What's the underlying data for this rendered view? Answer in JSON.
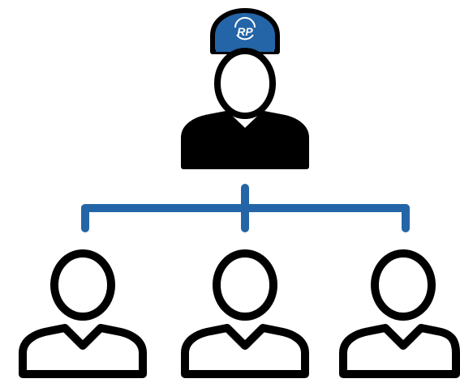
{
  "diagram": {
    "type": "hierarchy",
    "logo_text": "RP"
  },
  "colors": {
    "accent": "#2465A7",
    "ink": "#000000",
    "background": "#FFFFFF"
  },
  "nodes": [
    {
      "role": "leader",
      "icon": "person-with-hard-hat-icon"
    },
    {
      "role": "member",
      "icon": "person-outline-icon"
    },
    {
      "role": "member",
      "icon": "person-outline-icon"
    },
    {
      "role": "member",
      "icon": "person-outline-icon"
    }
  ],
  "connector": {
    "icon": "org-chart-connector"
  }
}
